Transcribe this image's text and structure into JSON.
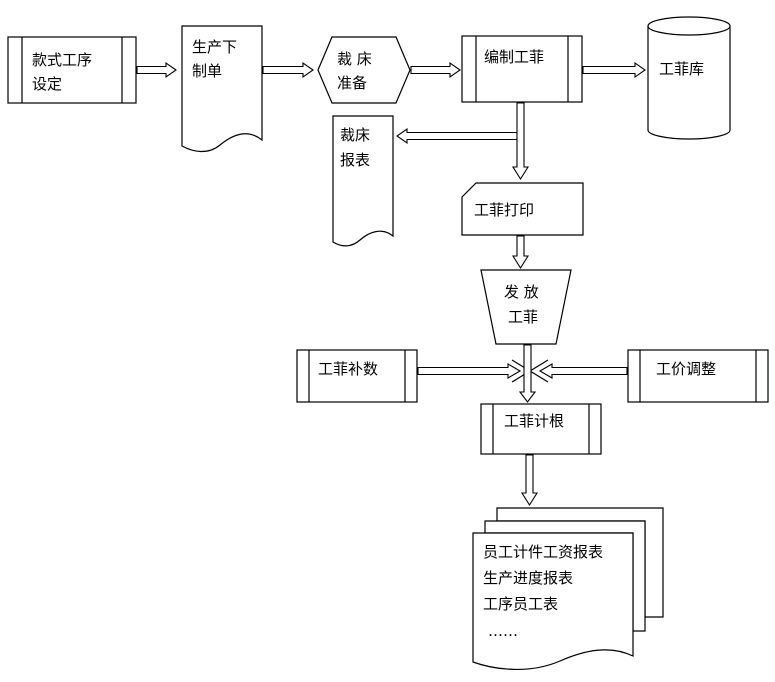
{
  "nodes": {
    "style_process": {
      "line1": "款式工序",
      "line2": "设定"
    },
    "production_order": {
      "line1": "生产下",
      "line2": "制单"
    },
    "cutting_prep": {
      "line1": "裁 床",
      "line2": "准备"
    },
    "compile_ticket": {
      "label": "编制工菲"
    },
    "ticket_db": {
      "label": "工菲库"
    },
    "cutting_report": {
      "line1": "裁床",
      "line2": "报表"
    },
    "ticket_print": {
      "label": "工菲打印"
    },
    "issue_ticket": {
      "line1": "发 放",
      "line2": "工菲"
    },
    "ticket_supplement": {
      "label": "工菲补数"
    },
    "price_adjust": {
      "label": "工价调整"
    },
    "ticket_count": {
      "label": "工菲计根"
    },
    "reports": {
      "lines": [
        "员工计件工资报表",
        "生产进度报表",
        "工序员工表",
        "……"
      ]
    }
  }
}
